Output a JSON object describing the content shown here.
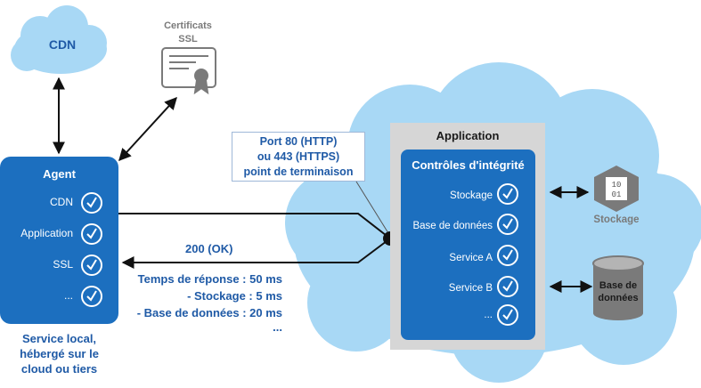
{
  "cdn": {
    "label": "CDN"
  },
  "certificate": {
    "label": "Certificats\nSSL"
  },
  "agent": {
    "title": "Agent",
    "checks": [
      "CDN",
      "Application",
      "SSL",
      "..."
    ],
    "caption": "Service local,\nhébergé sur le\ncloud ou tiers"
  },
  "endpoint": {
    "label": "Port 80 (HTTP)\nou 443 (HTTPS)\npoint de terminaison"
  },
  "response": {
    "status": "200 (OK)",
    "timings": [
      "Temps de réponse : 50 ms",
      "- Stockage : 5 ms",
      "- Base de données : 20 ms",
      "..."
    ]
  },
  "application": {
    "title": "Application",
    "heading": "Contrôles d'intégrité",
    "checks": [
      "Stockage",
      "Base de données",
      "Service A",
      "Service B",
      "..."
    ]
  },
  "storage": {
    "icon_text": [
      "10",
      "01"
    ],
    "label": "Stockage"
  },
  "database": {
    "label": "Base de\ndonnées"
  },
  "colors": {
    "blue": "#1c6fbf",
    "cloud": "#a8d8f5",
    "gray": "#d6d6d6",
    "text_blue": "#1f5aa6",
    "icon_gray": "#7a7a7a"
  }
}
